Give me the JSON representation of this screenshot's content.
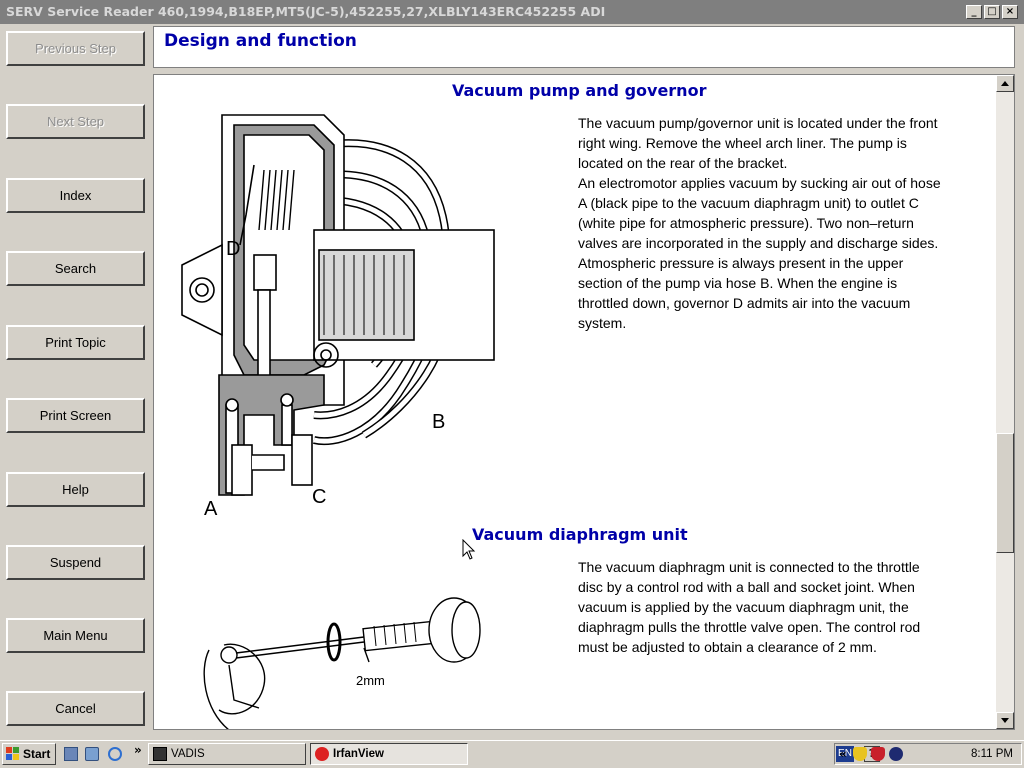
{
  "window": {
    "title": "SERV Service Reader 460,1994,B18EP,MT5(JC-5),452255,27,XLBLY143ERC452255 ADI",
    "minimize_icon": "minimize-icon",
    "maximize_icon": "maximize-icon",
    "close_icon": "close-icon"
  },
  "nav": {
    "previous_step": "Previous Step",
    "next_step": "Next Step",
    "index": "Index",
    "search": "Search",
    "print_topic": "Print Topic",
    "print_screen": "Print Screen",
    "help": "Help",
    "suspend": "Suspend",
    "main_menu": "Main Menu",
    "cancel": "Cancel"
  },
  "header": {
    "title": "Design and function"
  },
  "section1": {
    "title": "Vacuum pump and governor",
    "lines": [
      "The vacuum pump/governor unit is located under the front",
      "right wing. Remove the wheel arch liner. The pump is",
      "located on the rear of the bracket.",
      "An electromotor applies vacuum by sucking air out of hose",
      "A (black pipe to the vacuum diaphragm unit) to outlet C",
      "(white pipe for atmospheric pressure). Two non–return",
      "valves are incorporated in the supply and discharge sides.",
      "Atmospheric pressure is always present in the upper",
      "section of the pump via hose B. When the engine is",
      "throttled down, governor D admits air into the vacuum",
      "system."
    ],
    "labels": {
      "a": "A",
      "b": "B",
      "c": "C",
      "d": "D"
    }
  },
  "section2": {
    "title": "Vacuum diaphragm unit",
    "lines": [
      "The vacuum diaphragm unit is connected to the throttle",
      "disc by a control rod with a ball and socket joint. When",
      "vacuum is applied by the vacuum diaphragm unit, the",
      "diaphragm pulls the throttle valve open. The control rod",
      "must be adjusted to obtain a clearance of 2 mm."
    ],
    "clearance_label": "2mm"
  },
  "taskbar": {
    "start": "Start",
    "tasks": [
      {
        "label": "VADIS",
        "active": false
      },
      {
        "label": "IrfanView",
        "active": true
      }
    ],
    "chevron": "»",
    "lang": "EN",
    "tray_chevron": "«",
    "clock": "8:11 PM"
  },
  "colors": {
    "title_bar": "#7f7f7f",
    "heading_blue": "#0000a8",
    "face": "#d4d0c8"
  }
}
